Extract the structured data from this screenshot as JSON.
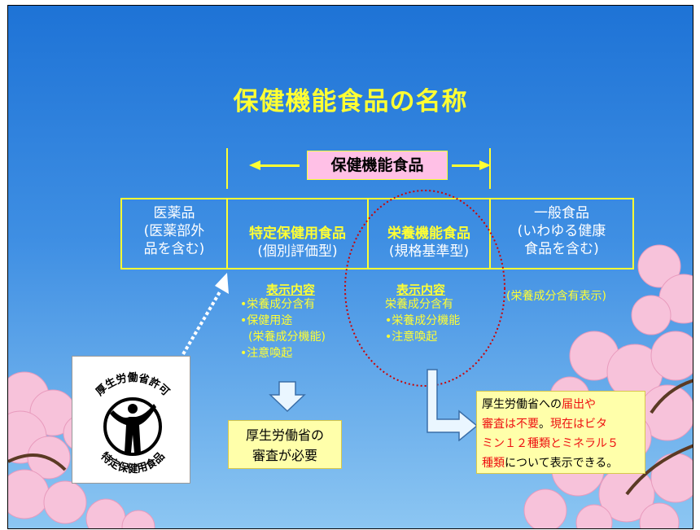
{
  "title": "保健機能食品の名称",
  "top_label": "保健機能食品",
  "cells": {
    "iyakuhin": [
      "医薬品",
      "(医薬部外",
      "品を含む)"
    ],
    "tokutei": [
      "特定保健用食品",
      "(個別評価型)"
    ],
    "eiyou": [
      "栄養機能食品",
      "(規格基準型)"
    ],
    "ippan": [
      "一般食品",
      "(いわゆる健康",
      "食品を含む)"
    ]
  },
  "tokutei_display": {
    "heading": "表示内容",
    "items": [
      "•栄養成分含有",
      "•保健用途",
      "(栄養成分機能)",
      "•注意喚起"
    ]
  },
  "eiyou_display": {
    "heading": "表示内容",
    "items": [
      "栄養成分含有",
      "•栄養成分機能",
      "•注意喚起"
    ]
  },
  "ippan_note": "(栄養成分含有表示)",
  "box_review": [
    "厚生労働省の",
    "審査が必要"
  ],
  "box_no_review": {
    "line1a": "厚生労働省への",
    "line1b": "届出や",
    "line2a": "審査は不要",
    "line2b": "。",
    "line2c": "現在はビタ",
    "line3": "ミン１２種類とミネラル５",
    "line4a": "種類",
    "line4b": "について表示できる。"
  },
  "logo": {
    "top_text": "厚生労働省許可",
    "bottom_text": "特定保健用食品"
  },
  "colors": {
    "accent": "#ffff33",
    "label_bg": "#ffc0e6",
    "note_bg": "#ffffaa",
    "red": "#ee1111",
    "circle": "#cc0000"
  }
}
